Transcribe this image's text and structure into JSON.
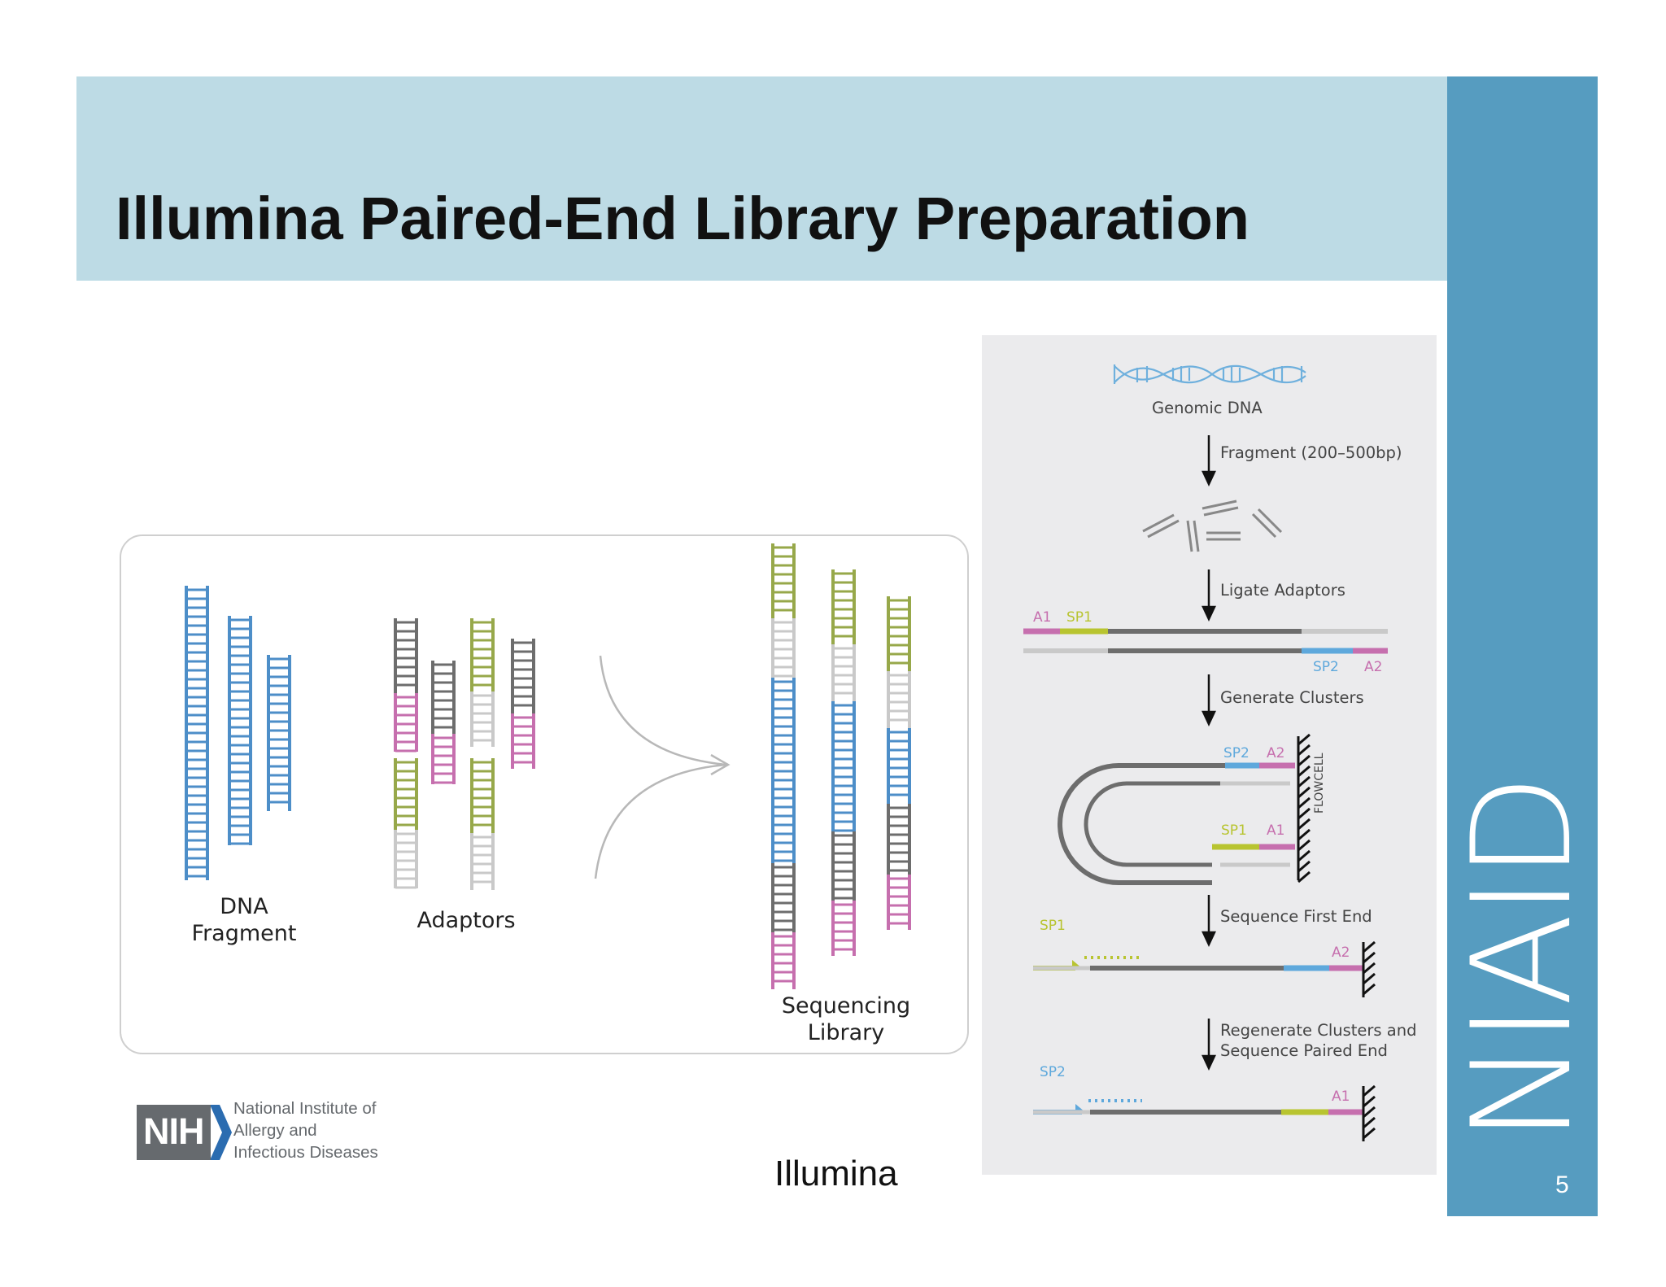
{
  "slide": {
    "title": "Illumina Paired-End Library Preparation",
    "side_logo": "NIAID",
    "page_number": "5",
    "credit": "Illumina",
    "colors": {
      "header_band": "#bddbe5",
      "side_band": "#569cc0",
      "dna": "#4d8ec8",
      "adaptor_gray": "#6d6d6d",
      "adaptor_pink": "#c66fae",
      "adaptor_green": "#97a84a",
      "adaptor_light": "#c9c9c9"
    }
  },
  "left_diagram": {
    "dna_fragment_label": "DNA\nFragment",
    "adaptors_label": "Adaptors",
    "library_label": "Sequencing\nLibrary"
  },
  "right_diagram": {
    "genomic_dna": "Genomic DNA",
    "step_fragment": "Fragment (200–500bp)",
    "step_ligate": "Ligate Adaptors",
    "step_clusters": "Generate Clusters",
    "step_first": "Sequence First End",
    "step_paired": "Regenerate Clusters and\nSequence Paired End",
    "flowcell": "FLOWCELL",
    "tags": {
      "a1": "A1",
      "sp1": "SP1",
      "sp2": "SP2",
      "a2": "A2"
    }
  },
  "logo": {
    "nih": "NIH",
    "institute": "National Institute of\nAllergy and\nInfectious Diseases"
  }
}
